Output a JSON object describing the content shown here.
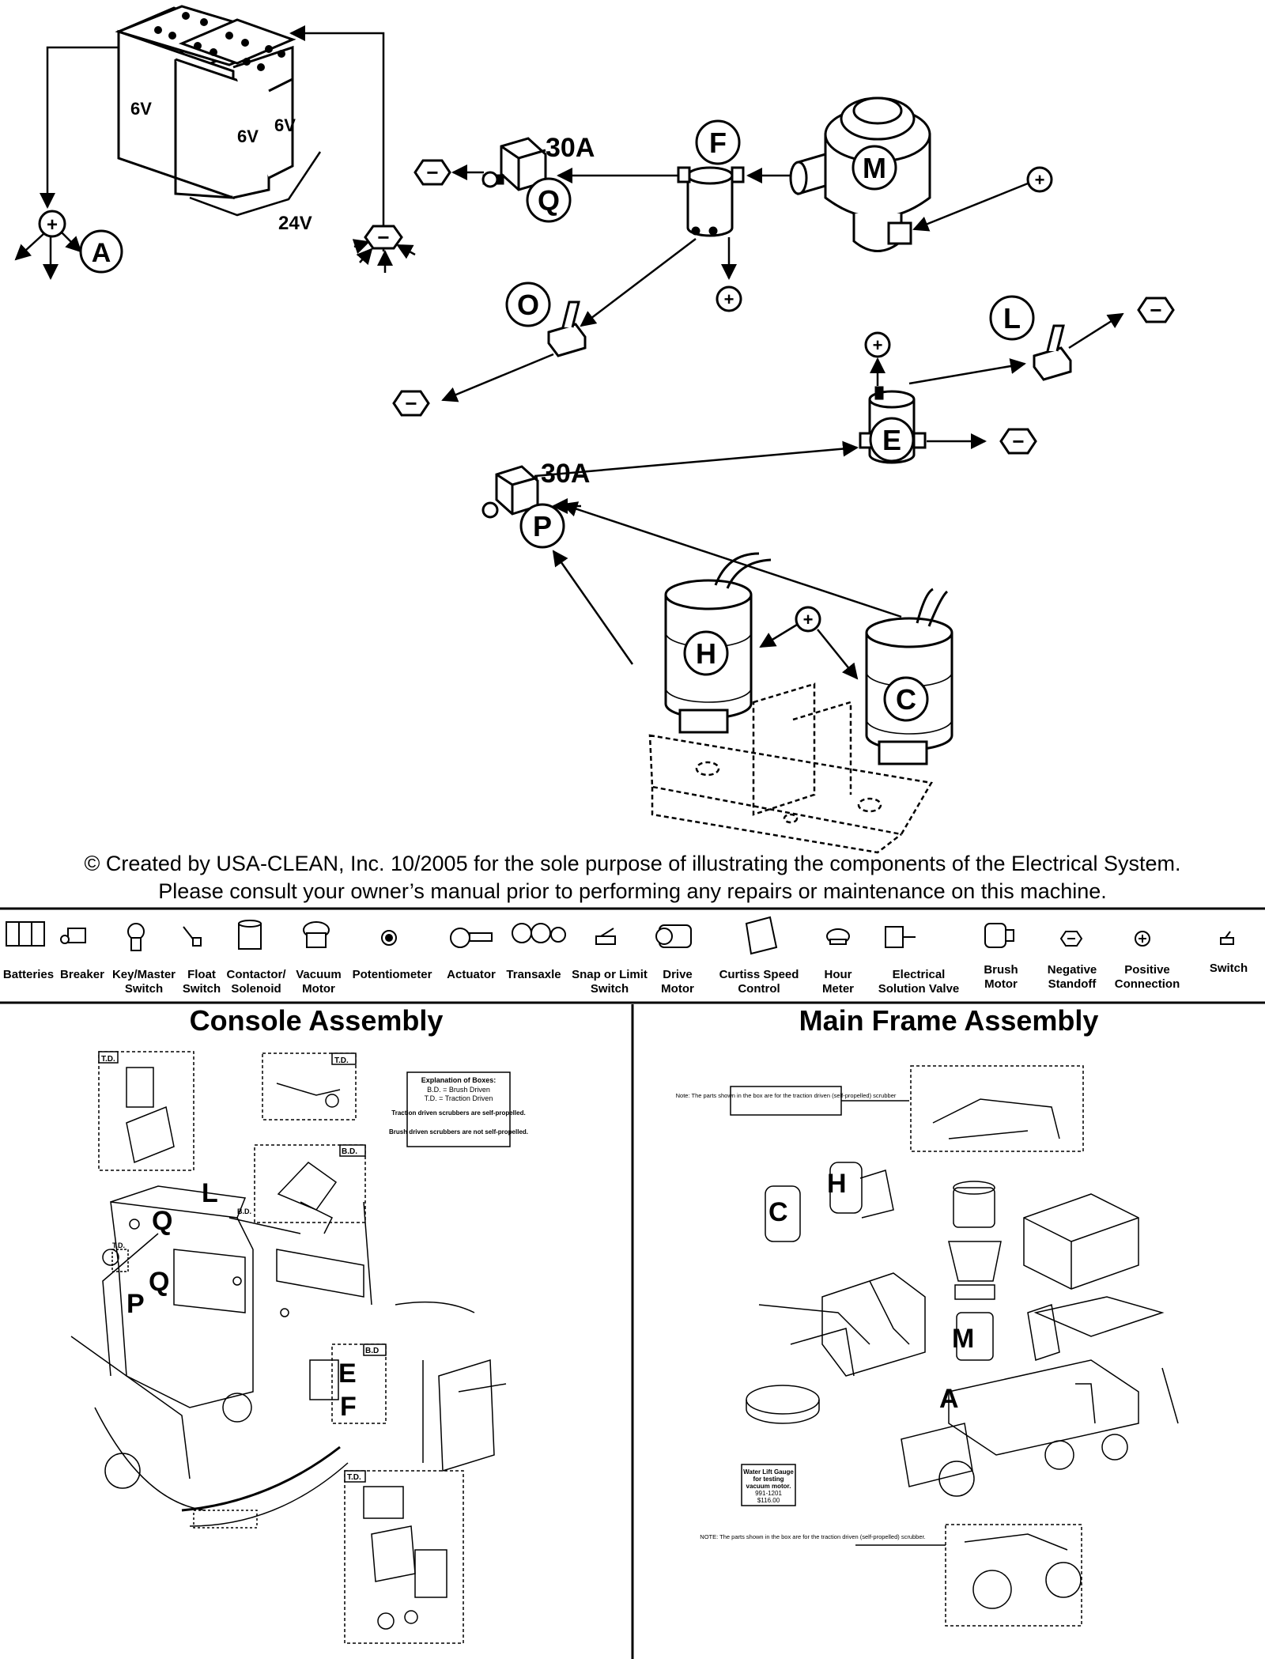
{
  "wiring": {
    "battery_labels": [
      "6V",
      "6V",
      "6V"
    ],
    "battery_total": "24V",
    "breaker_ratings": [
      "30A",
      "30A"
    ],
    "component_letters": {
      "A": "A",
      "F": "F",
      "M": "M",
      "Q": "Q",
      "O": "O",
      "L": "L",
      "E": "E",
      "P": "P",
      "H": "H",
      "C": "C"
    },
    "positive_symbol": "+",
    "negative_symbol": "−"
  },
  "copyright": {
    "line1": "© Created by USA-CLEAN, Inc. 10/2005 for the sole purpose of illustrating the components of the Electrical System.",
    "line2": "Please consult your owner’s manual prior to performing any repairs or maintenance on this machine."
  },
  "legend": [
    {
      "label": "Batteries",
      "icon": "batteries-icon"
    },
    {
      "label": "Breaker",
      "icon": "breaker-icon"
    },
    {
      "label": "Key/Master Switch",
      "icon": "key-switch-icon"
    },
    {
      "label": "Float Switch",
      "icon": "float-switch-icon"
    },
    {
      "label": "Contactor/ Solenoid",
      "icon": "contactor-icon"
    },
    {
      "label": "Vacuum Motor",
      "icon": "vacuum-motor-icon"
    },
    {
      "label": "Potentiometer",
      "icon": "potentiometer-icon"
    },
    {
      "label": "Actuator",
      "icon": "actuator-icon"
    },
    {
      "label": "Transaxle",
      "icon": "transaxle-icon"
    },
    {
      "label": "Snap or Limit Switch",
      "icon": "limit-switch-icon"
    },
    {
      "label": "Drive Motor",
      "icon": "drive-motor-icon"
    },
    {
      "label": "Curtiss Speed Control",
      "icon": "speed-control-icon"
    },
    {
      "label": "Hour Meter",
      "icon": "hour-meter-icon"
    },
    {
      "label": "Electrical Solution Valve",
      "icon": "solution-valve-icon"
    },
    {
      "label": "Brush Motor",
      "icon": "brush-motor-icon"
    },
    {
      "label": "Negative Standoff",
      "icon": "negative-standoff-icon"
    },
    {
      "label": "Positive Connection",
      "icon": "positive-connection-icon"
    },
    {
      "label": "Switch",
      "icon": "switch-icon"
    }
  ],
  "console": {
    "title": "Console Assembly",
    "box_note": {
      "heading": "Explanation of Boxes:",
      "bd": "B.D. = Brush Driven",
      "td": "T.D. = Traction Driven",
      "note1": "Traction driven scrubbers are self-propelled.",
      "note2": "Brush driven scrubbers are not self-propelled."
    },
    "tags": [
      "T.D.",
      "T.D.",
      "B.D.",
      "B.D.",
      "T.D.",
      "B.D",
      "T.D."
    ],
    "letters": [
      "L",
      "Q",
      "Q",
      "P",
      "E",
      "F"
    ]
  },
  "main_frame": {
    "title": "Main Frame Assembly",
    "note_top": "Note: The parts shown in the box are for the traction driven (self-propelled) scrubber",
    "gauge_note": {
      "line1": "Water Lift Gauge",
      "line2": "for testing",
      "line3": "vacuum motor.",
      "line4": "991-1201",
      "line5": "$116.00"
    },
    "note_bottom": "NOTE: The parts shown in the box are for the traction driven (self-propelled) scrubber.",
    "letters": [
      "H",
      "C",
      "M",
      "A"
    ]
  }
}
